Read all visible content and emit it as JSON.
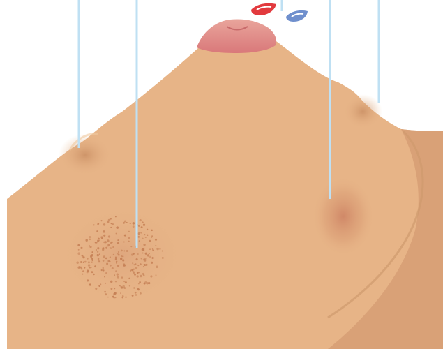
{
  "figure": {
    "subject": "head-of-pin",
    "colors": {
      "background": "#ffffff",
      "skin": "#e7b487",
      "skin_shadow": "#cf9a6d",
      "tip": "#d98076",
      "tip_highlight": "#e79d93",
      "pointer_lines": "#bfe0f3",
      "marker_red": "#e23a3e",
      "marker_blue": "#6f8fcd",
      "dots": "#c58055"
    },
    "pointer_lines": [
      {
        "name": "leader-line-1",
        "target": "left-bump"
      },
      {
        "name": "leader-line-2",
        "target": "dotted-patch"
      },
      {
        "name": "leader-line-3",
        "target": "right-bruise"
      },
      {
        "name": "leader-line-4",
        "target": "right-bump"
      }
    ],
    "markers": [
      {
        "name": "red-marker",
        "color": "#e23a3e"
      },
      {
        "name": "blue-marker",
        "color": "#6f8fcd"
      }
    ]
  }
}
